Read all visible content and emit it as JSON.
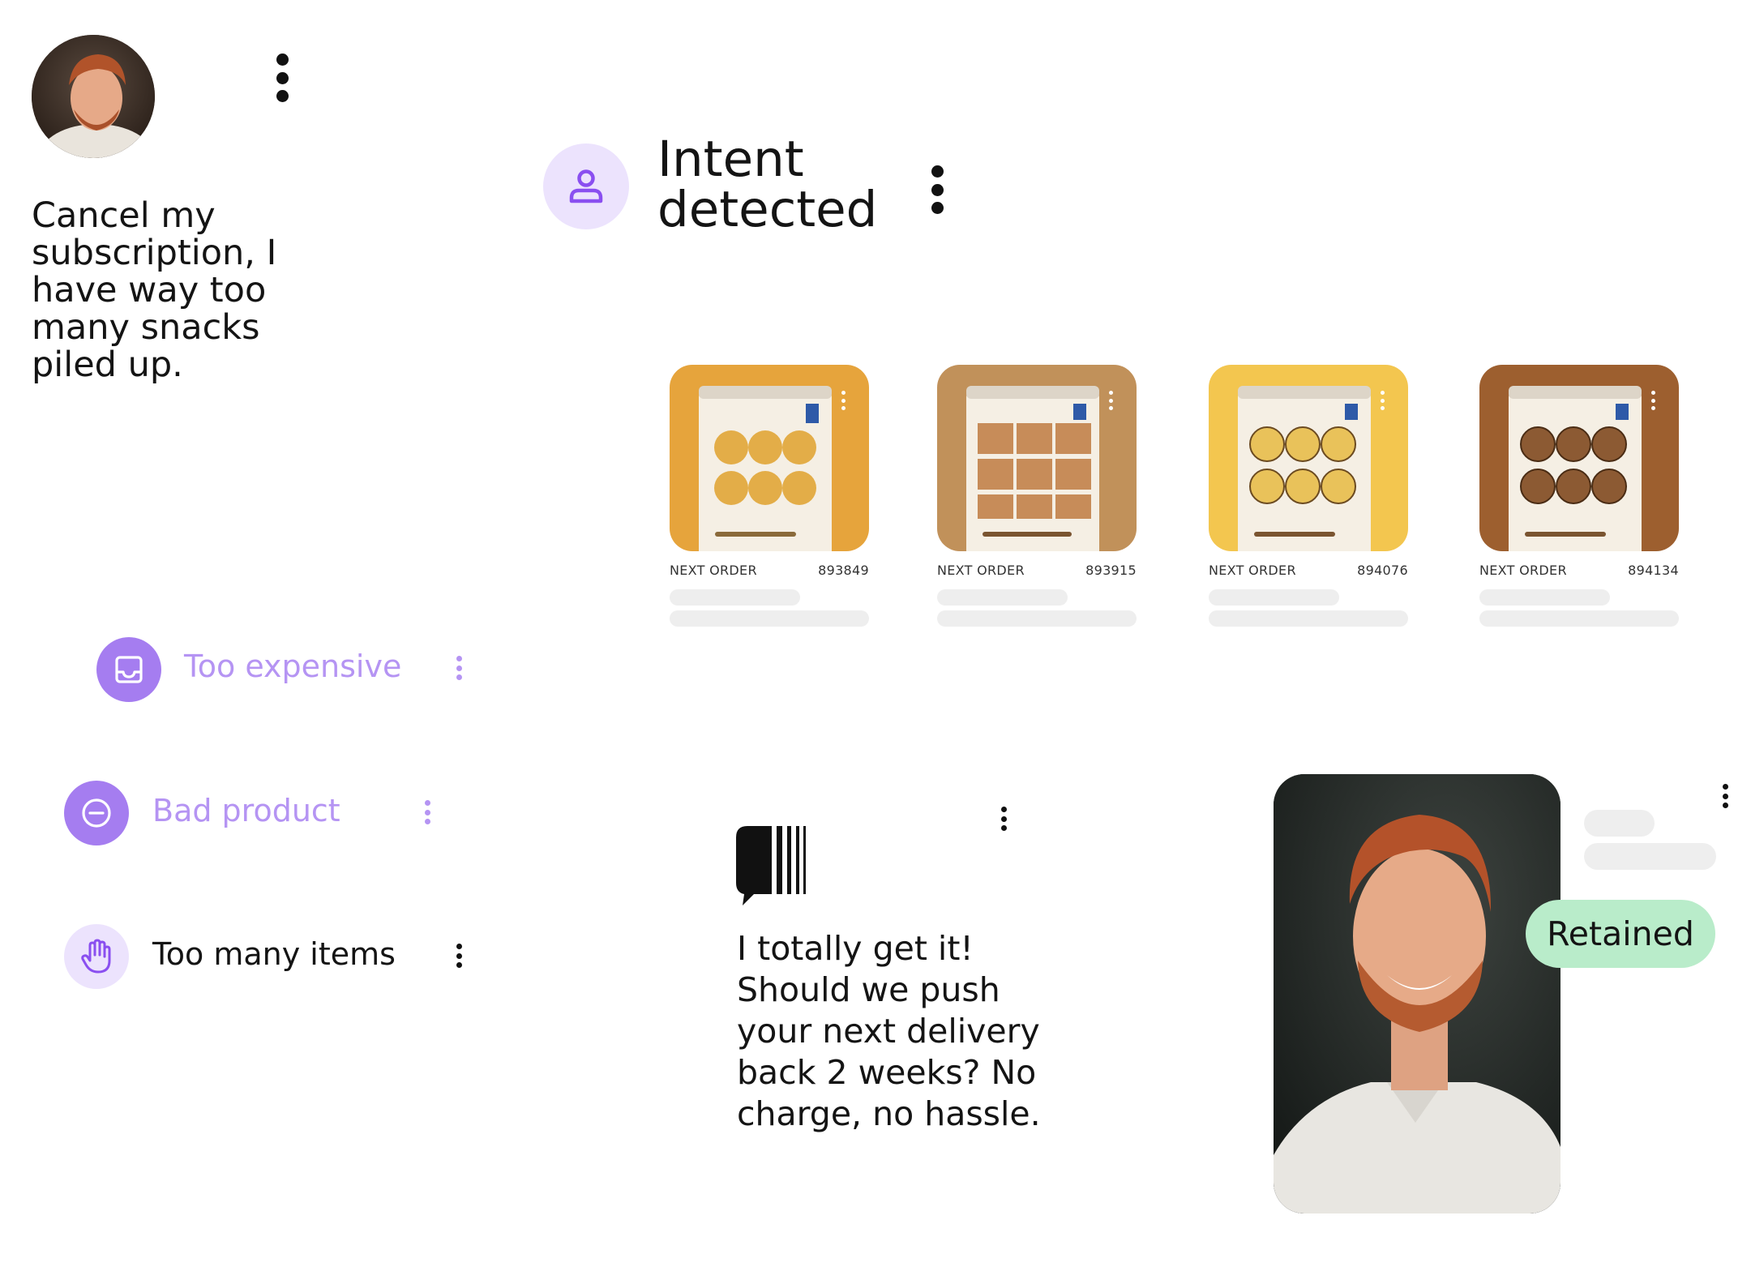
{
  "user_message": "Cancel my subscription, I have way too many snacks piled up.",
  "intent": {
    "title_line1": "Intent",
    "title_line2": "detected",
    "icon": "user-icon"
  },
  "products": [
    {
      "label": "NEXT ORDER",
      "id": "893849",
      "bg": "#e6a43c",
      "icon": "snack-can-icon"
    },
    {
      "label": "NEXT ORDER",
      "id": "893915",
      "bg": "#c1915a",
      "icon": "snack-can-icon"
    },
    {
      "label": "NEXT ORDER",
      "id": "894076",
      "bg": "#f3c64f",
      "icon": "snack-can-icon"
    },
    {
      "label": "NEXT ORDER",
      "id": "894134",
      "bg": "#9d5f2f",
      "icon": "snack-can-icon"
    }
  ],
  "reasons": [
    {
      "label": "Too expensive",
      "icon": "inbox-icon",
      "text_color": "#b594f3"
    },
    {
      "label": "Bad product",
      "icon": "minus-circle-icon",
      "text_color": "#b594f3"
    },
    {
      "label": "Too many items",
      "icon": "hand-icon",
      "text_color": "#141414"
    }
  ],
  "bot_reply": "I totally get it! Should we push your next delivery back 2 weeks? No charge, no hassle.",
  "status_badge": "Retained",
  "colors": {
    "accent_purple": "#a57df0",
    "accent_purple_light": "#ece3fd",
    "retained_green": "#b9ecca"
  }
}
